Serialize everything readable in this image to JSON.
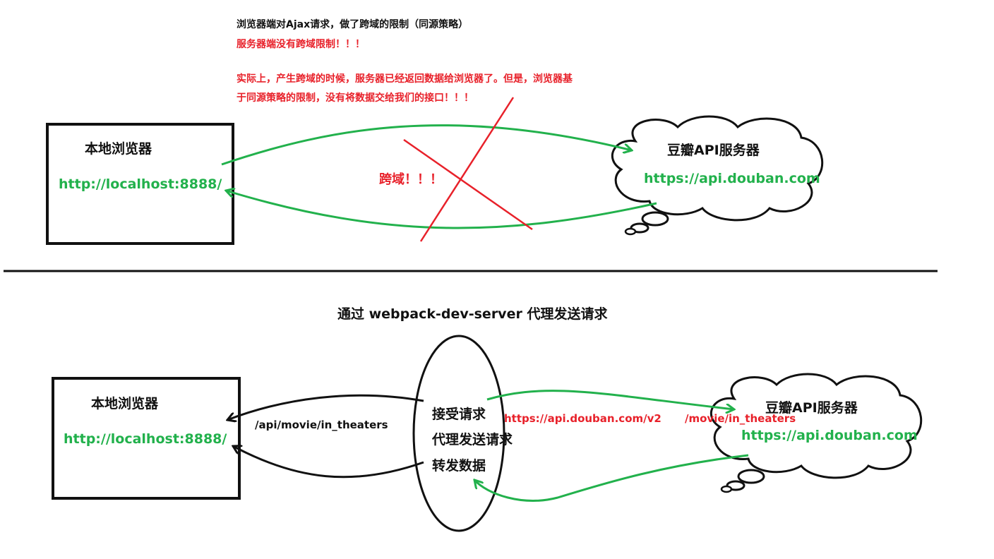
{
  "top": {
    "note_line1": "浏览器端对Ajax请求，做了跨域的限制（同源策略）",
    "note_line2": "服务器端没有跨域限制！！！",
    "note_line3": "实际上，产生跨域的时候，服务器已经返回数据给浏览器了。但是，浏览器基",
    "note_line4": "于同源策略的限制，没有将数据交给我们的接口！！！",
    "browser_label": "本地浏览器",
    "browser_url": "http://localhost:8888/",
    "server_label": "豆瓣API服务器",
    "server_url": "https://api.douban.com",
    "cross_origin_label": "跨域！！！"
  },
  "bottom": {
    "title": "通过 webpack-dev-server 代理发送请求",
    "browser_label": "本地浏览器",
    "browser_url": "http://localhost:8888/",
    "request_path": "/api/movie/in_theaters",
    "proxy_line1": "接受请求",
    "proxy_line2": "代理发送请求",
    "proxy_line3": "转发数据",
    "upstream_base": "https://api.douban.com/v2",
    "upstream_path": "/movie/in_theaters",
    "server_label": "豆瓣API服务器",
    "server_url": "https://api.douban.com"
  },
  "colors": {
    "green_arrow": "#22b14c",
    "red_text": "#e8212a",
    "black": "#111111"
  }
}
